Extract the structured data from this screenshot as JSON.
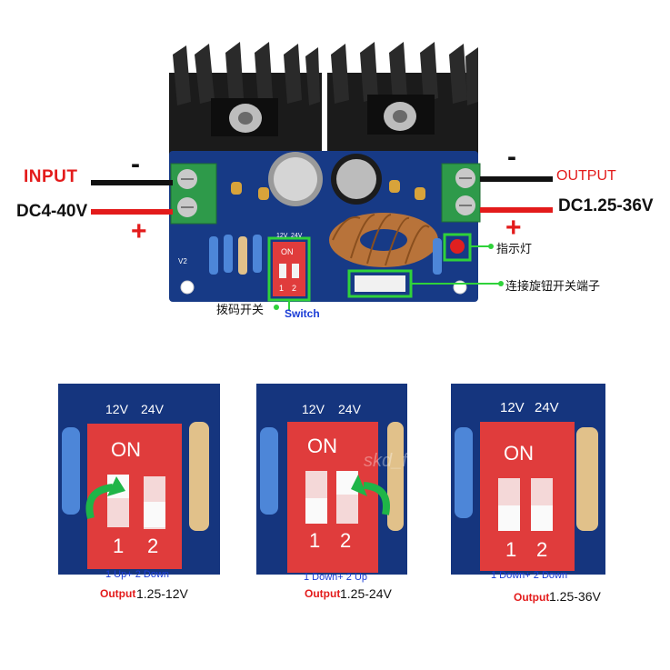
{
  "board": {
    "input_label": "INPUT",
    "input_range": "DC4-40V",
    "output_label": "OUTPUT",
    "output_range": "DC1.25-36V",
    "minus": "-",
    "plus": "+",
    "indicator_label": "指示灯",
    "knob_connector_label": "连接旋钮开关端子",
    "dip_label_cn": "拨码开关",
    "dip_label_en": "Switch",
    "dip_on": "ON",
    "dip_v1": "12V",
    "dip_v2": "24V",
    "dip_n1": "1",
    "dip_n2": "2",
    "v2_mark": "V2"
  },
  "details": [
    {
      "voltage_1": "12V",
      "voltage_2": "24V",
      "on": "ON",
      "n1": "1",
      "n2": "2",
      "setting": "1 Up+ 2 Down",
      "output_word": "Output",
      "output_range": "1.25-12V"
    },
    {
      "voltage_1": "12V",
      "voltage_2": "24V",
      "on": "ON",
      "n1": "1",
      "n2": "2",
      "setting": "1 Down+ 2 Up",
      "output_word": "Output",
      "output_range": "1.25-24V"
    },
    {
      "voltage_1": "12V",
      "voltage_2": "24V",
      "on": "ON",
      "n1": "1",
      "n2": "2",
      "setting": "1 Down+ 2 Down",
      "output_word": "Output",
      "output_range": "1.25-36V"
    }
  ],
  "watermark": "skd_flyer",
  "colors": {
    "pcb": "#173a86",
    "heatsink": "#1b1b1b",
    "dip": "#e03c3c",
    "terminal": "#2e9a4a",
    "label_red": "#e31b1b",
    "label_blue": "#1a3cd6"
  }
}
